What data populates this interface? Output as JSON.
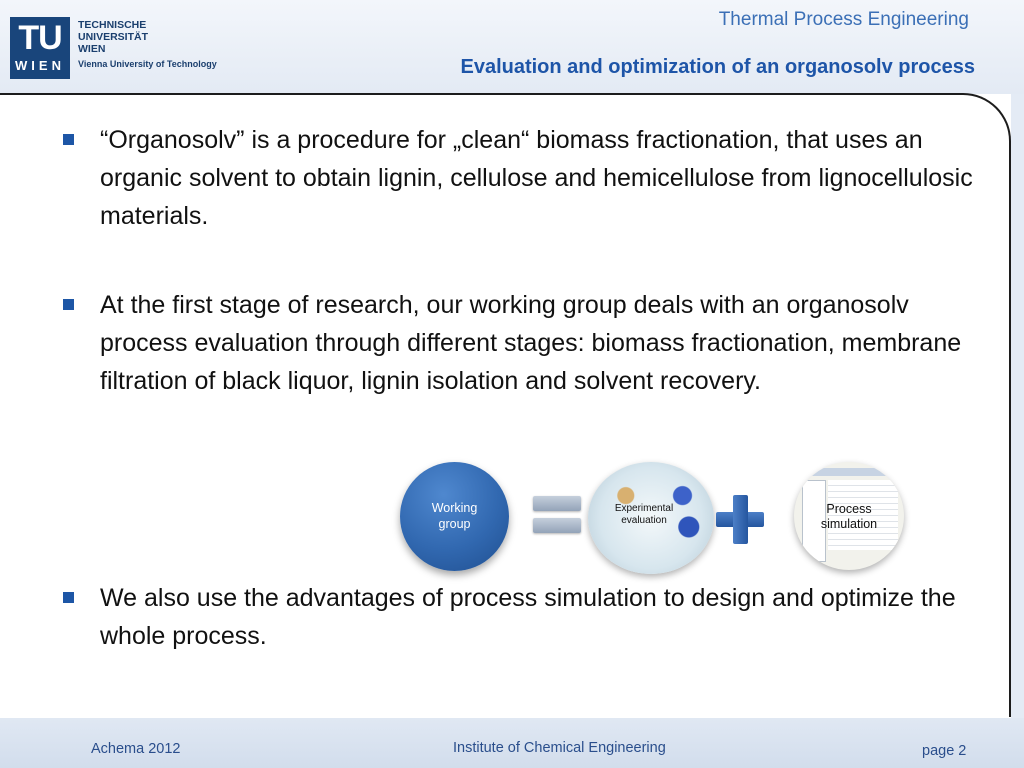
{
  "header": {
    "logo": {
      "mark_top": "TU",
      "mark_bottom": "WIEN",
      "line1": "TECHNISCHE",
      "line2": "UNIVERSITÄT",
      "line3": "WIEN",
      "line4": "Vienna University of Technology"
    },
    "topic": "Thermal Process Engineering",
    "title": "Evaluation and optimization of an organosolv process"
  },
  "bullets": [
    "“Organosolv” is a procedure for „clean“ biomass fractionation, that uses an organic solvent to obtain lignin, cellulose and hemicellulose from lignocellulosic materials.",
    "At the first stage of research, our working group deals with an organosolv process evaluation through different stages: biomass fractionation, membrane filtration of black liquor, lignin isolation and solvent recovery.",
    "We also use the advantages of process simulation to design and optimize the whole process."
  ],
  "diagram": {
    "working_group_line1": "Working",
    "working_group_line2": "group",
    "experimental_line1": "Experimental",
    "experimental_line2": "evaluation",
    "simulation_line1": "Process",
    "simulation_line2": "simulation"
  },
  "footer": {
    "left": "Achema 2012",
    "center": "Institute of Chemical Engineering",
    "right": "page 2"
  },
  "colors": {
    "accent_blue": "#1e55a8",
    "logo_blue": "#19457b",
    "header_bg": "#e3eaf4"
  }
}
